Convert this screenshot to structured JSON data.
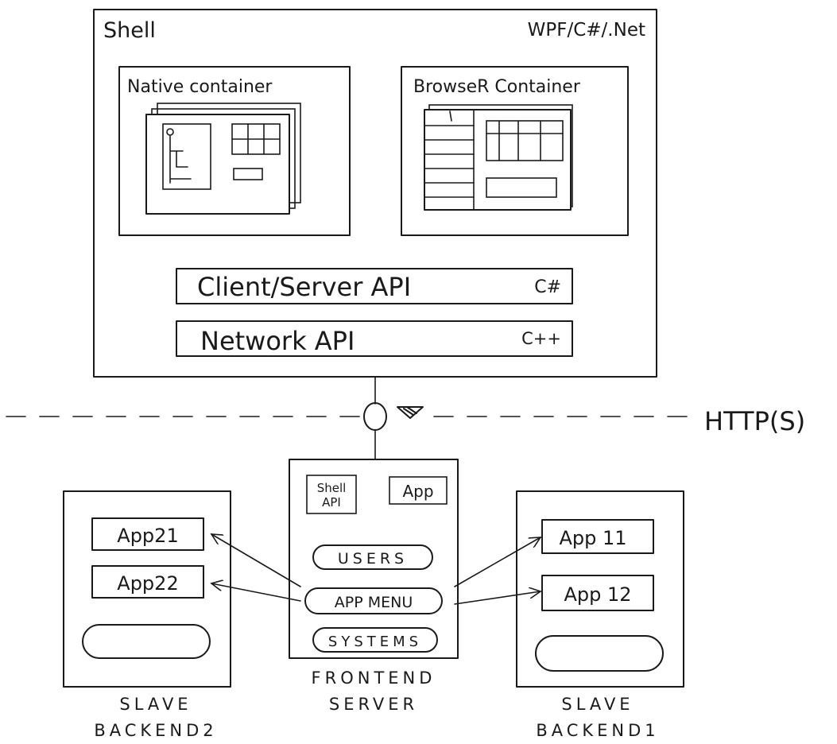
{
  "shell": {
    "title": "Shell",
    "tech": "WPF/C#/.Net",
    "native_container": "Native container",
    "browser_container": "BrowseR Container",
    "client_server_api": "Client/Server API",
    "client_server_lang": "C#",
    "network_api": "Network API",
    "network_lang": "C++"
  },
  "protocol": "HTTP(S)",
  "frontend": {
    "shell_api_line1": "Shell",
    "shell_api_line2": "API",
    "app": "App",
    "users": "USERS",
    "app_menu": "APP MENU",
    "systems": "SYSTEMS",
    "caption_line1": "FRONTEND",
    "caption_line2": "SERVER"
  },
  "backend2": {
    "app_a": "App21",
    "app_b": "App22",
    "caption_line1": "SLAVE",
    "caption_line2": "BACKEND2"
  },
  "backend1": {
    "app_a": "App 11",
    "app_b": "App 12",
    "caption_line1": "SLAVE",
    "caption_line2": "BACKEND1"
  }
}
